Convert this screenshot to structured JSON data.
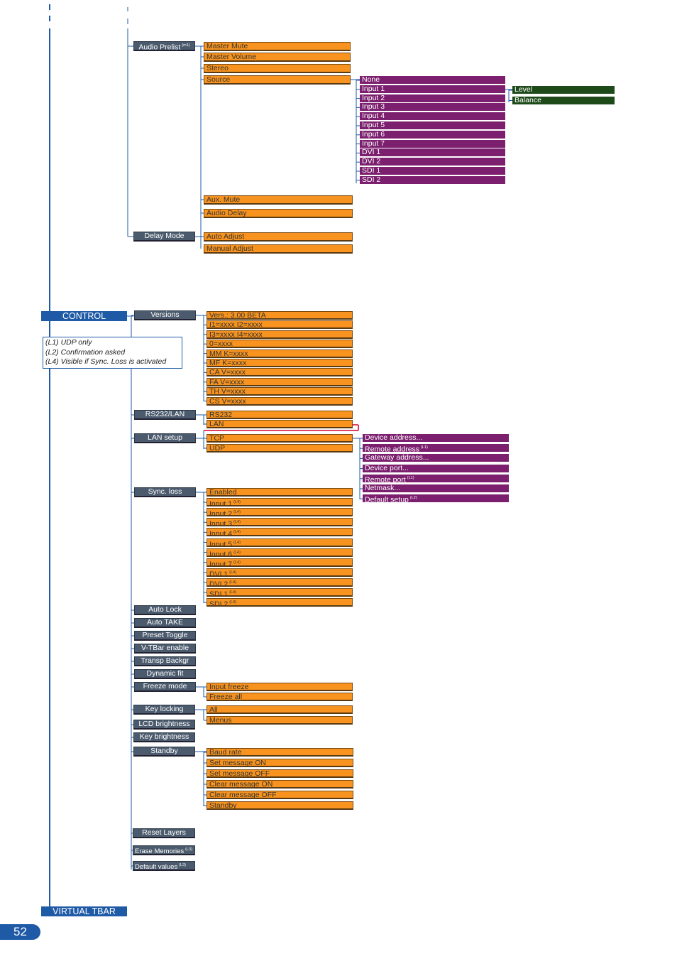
{
  "colors": {
    "nav": "#1f5aa6",
    "menu": "#4b5b6d",
    "option": "#f7931e",
    "value": "#7b1f6e",
    "sub": "#1e4a1a"
  },
  "labels": {
    "control": "CONTROL",
    "virtual_tbar": "VIRTUAL TBAR",
    "page_number": "52"
  },
  "notes": [
    "(L1) UDP only",
    "(L2) Confirmation asked",
    "(L4) Visible if Sync. Loss is activated"
  ],
  "audio_prelist": {
    "label": "Audio Prelist",
    "sup": "(m1)",
    "options": [
      {
        "label": "Master Mute"
      },
      {
        "label": "Master Volume"
      },
      {
        "label": "Stereo"
      },
      {
        "label": "Source"
      },
      {
        "label": "Aux. Mute"
      },
      {
        "label": "Audio Delay"
      }
    ]
  },
  "sources": [
    "None",
    "Input 1",
    "Input 2",
    "Input 3",
    "Input 4",
    "Input 5",
    "Input 6",
    "Input 7",
    "DVI 1",
    "DVI 2",
    "SDI 1",
    "SDI 2"
  ],
  "input1_sub": [
    "Level",
    "Balance"
  ],
  "delay_mode": {
    "label": "Delay Mode",
    "options": [
      "Auto Adjust",
      "Manual Adjust"
    ]
  },
  "versions": {
    "label": "Versions",
    "items": [
      "Vers.: 3.00 BETA",
      "I1=xxxx     I2=xxxx",
      "I3=xxxx     I4=xxxx",
      "0=xxxx",
      "MM K=xxxx",
      "MF K=xxxx",
      "CA V=xxxx",
      "FA V=xxxx",
      "TH V=xxxx",
      "CS V=xxxx"
    ]
  },
  "rs232_lan": {
    "label": "RS232/LAN",
    "options": [
      "RS232",
      "LAN"
    ]
  },
  "lan_setup": {
    "label": "LAN setup",
    "options": [
      "TCP",
      "UDP"
    ],
    "settings": [
      {
        "label": "Device address..."
      },
      {
        "label": "Remote address",
        "sup": "(L1)"
      },
      {
        "label": "Gateway address..."
      },
      {
        "label": "Device port..."
      },
      {
        "label": "Remote port",
        "sup": "(L1)"
      },
      {
        "label": "Netmask..."
      },
      {
        "label": "Default setup",
        "sup": "(L2)"
      }
    ]
  },
  "sync_loss": {
    "label": "Sync. loss",
    "items": [
      {
        "label": "Enabled"
      },
      {
        "label": "Input 1",
        "sup": "(L4)"
      },
      {
        "label": "Input 2",
        "sup": "(L4)"
      },
      {
        "label": "Input 3",
        "sup": "(L4)"
      },
      {
        "label": "Input 4",
        "sup": "(L4)"
      },
      {
        "label": "Input 5",
        "sup": "(L4)"
      },
      {
        "label": "Input 6",
        "sup": "(L4)"
      },
      {
        "label": "Input 7",
        "sup": "(L4)"
      },
      {
        "label": "DVI 1",
        "sup": "(L4)"
      },
      {
        "label": "DVI 2",
        "sup": "(L4)"
      },
      {
        "label": "SDI 1",
        "sup": "(L4)"
      },
      {
        "label": "SDI 2",
        "sup": "(L4)"
      }
    ]
  },
  "simple_items": [
    "Auto Lock",
    "Auto TAKE",
    "Preset Toggle",
    "V-TBar enable",
    "Transp Backgr",
    "Dynamic fit"
  ],
  "freeze_mode": {
    "label": "Freeze mode",
    "options": [
      "Input freeze",
      "Freeze all"
    ]
  },
  "key_locking": {
    "label": "Key locking",
    "options": [
      "All",
      "Menus"
    ]
  },
  "brightness": [
    "LCD brightness",
    "Key brightness"
  ],
  "standby": {
    "label": "Standby",
    "options": [
      "Baud rate",
      "Set message ON",
      "Set message OFF",
      "Clear message ON",
      "Clear message OFF",
      "Standby"
    ]
  },
  "bottom_items": [
    {
      "label": "Reset  Layers"
    },
    {
      "label": "Erase Memories",
      "sup": "(L3)"
    },
    {
      "label": "Default values",
      "sup": "(L3)"
    }
  ]
}
